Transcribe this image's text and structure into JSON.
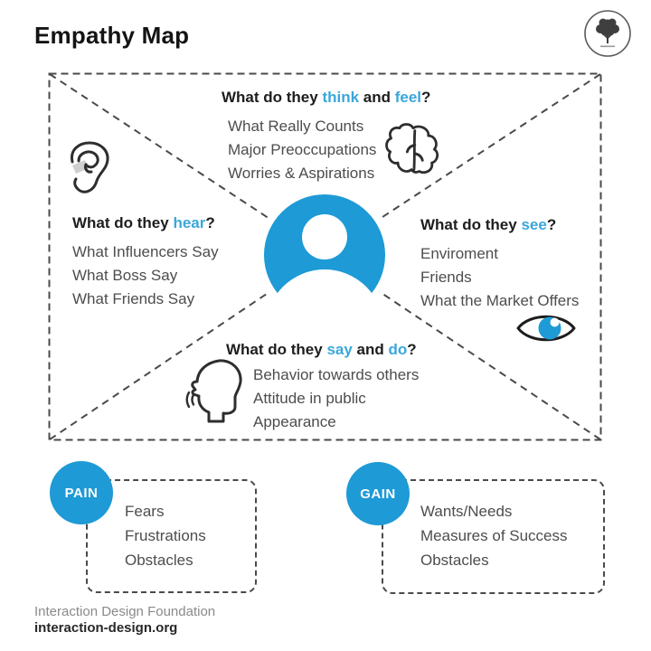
{
  "page": {
    "title": "Empathy Map",
    "colors": {
      "accent": "#1e9ad6",
      "accent_light": "#3aa7db",
      "dash": "#4a4a4a",
      "text_dark": "#1d1d1d",
      "text_body": "#4d4d4d",
      "footer_gray": "#8a8a8a"
    }
  },
  "icons": {
    "logo": "idf-tree-logo",
    "center": "person-icon",
    "think": "brain-icon",
    "hear": "ear-icon",
    "see": "eye-icon",
    "say": "speaking-head-icon"
  },
  "map": {
    "quadrants": {
      "think": {
        "prefix": "What do they ",
        "hl1": "think",
        "mid": " and ",
        "hl2": "feel",
        "suffix": "?",
        "items": [
          "What Really Counts",
          "Major Preoccupations",
          "Worries & Aspirations"
        ]
      },
      "hear": {
        "prefix": "What do they ",
        "hl1": "hear",
        "mid": "",
        "hl2": "",
        "suffix": "?",
        "items": [
          "What Influencers Say",
          "What Boss Say",
          "What Friends Say"
        ]
      },
      "see": {
        "prefix": "What do they ",
        "hl1": "see",
        "mid": "",
        "hl2": "",
        "suffix": "?",
        "items": [
          "Enviroment",
          "Friends",
          "What the Market Offers"
        ]
      },
      "say": {
        "prefix": "What do they ",
        "hl1": "say",
        "mid": " and ",
        "hl2": "do",
        "suffix": "?",
        "items": [
          "Behavior towards others",
          "Attitude in public",
          "Appearance"
        ]
      }
    }
  },
  "pain": {
    "label": "PAIN",
    "items": [
      "Fears",
      "Frustrations",
      "Obstacles"
    ]
  },
  "gain": {
    "label": "GAIN",
    "items": [
      "Wants/Needs",
      "Measures of Success",
      "Obstacles"
    ]
  },
  "footer": {
    "org": "Interaction Design Foundation",
    "url": "interaction-design.org"
  }
}
